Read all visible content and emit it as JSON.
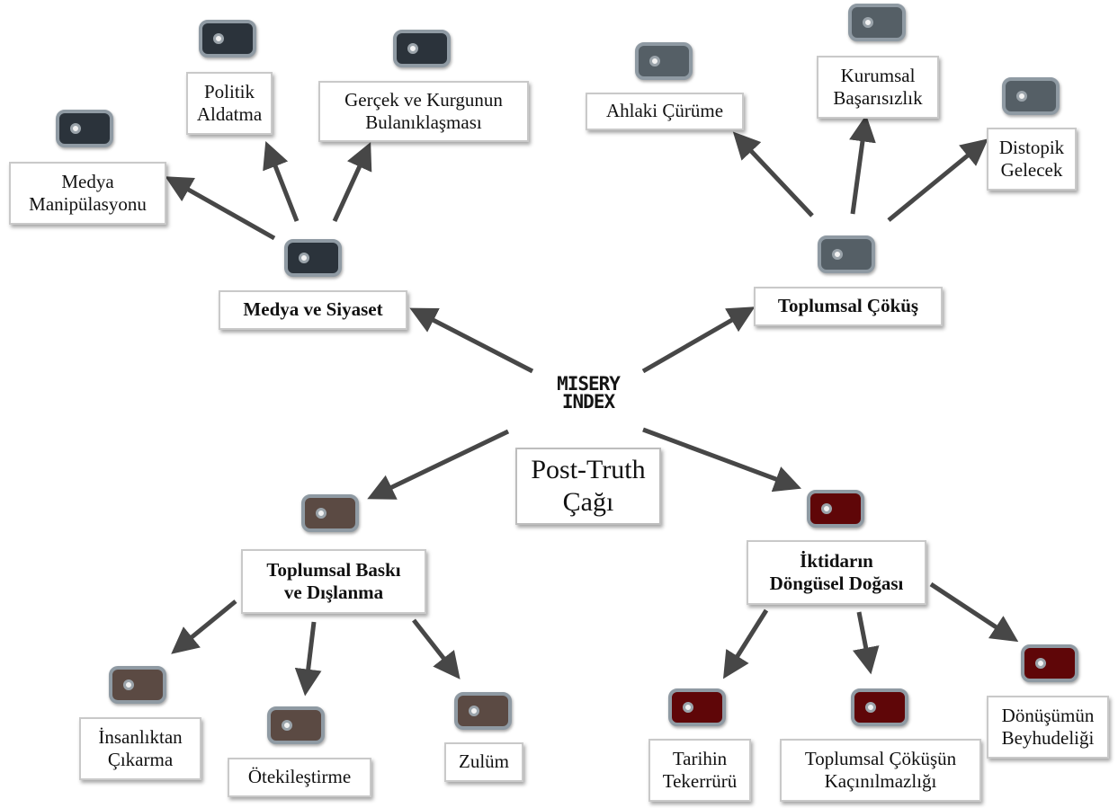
{
  "logo": {
    "line1": "MISERY",
    "line2": "INDEX"
  },
  "center_label": "Post-Truth\nÇağı",
  "colors": {
    "media_tag": "#2b333b",
    "collapse_tag": "#555f66",
    "oppression_tag": "#5b4a43",
    "power_tag": "#5f0608",
    "arrow": "#474747"
  },
  "branches": {
    "media": {
      "label": "Medya ve Siyaset",
      "children": [
        "Medya\nManipülasyonu",
        "Politik\nAldatma",
        "Gerçek ve Kurgunun\nBulanıklaşması"
      ]
    },
    "collapse": {
      "label": "Toplumsal Çöküş",
      "children": [
        "Ahlaki Çürüme",
        "Kurumsal\nBaşarısızlık",
        "Distopik\nGelecek"
      ]
    },
    "oppression": {
      "label": "Toplumsal Baskı\nve Dışlanma",
      "children": [
        "İnsanlıktan\nÇıkarma",
        "Ötekileştirme",
        "Zulüm"
      ]
    },
    "power": {
      "label": "İktidarın\nDöngüsel Doğası",
      "children": [
        "Tarihin\nTekerrürü",
        "Toplumsal Çöküşün\nKaçınılmazlığı",
        "Dönüşümün\nBeyhudeliği"
      ]
    }
  }
}
